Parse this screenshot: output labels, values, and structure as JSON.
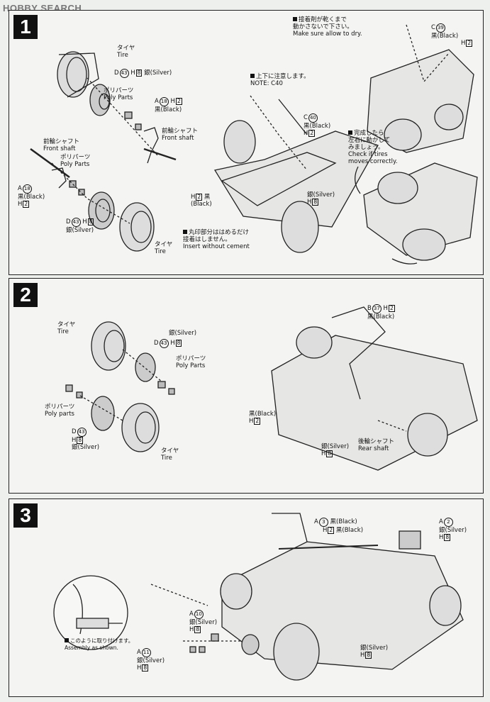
{
  "watermark": "HOBBY SEARCH",
  "steps": [
    "1",
    "2",
    "3"
  ],
  "s1": {
    "tire_jp": "タイヤ",
    "tire_en": "Tire",
    "d43": "D",
    "d43n": "43",
    "h8": "H",
    "h8n": "8",
    "silver_jp": "銀",
    "silver_en": "(Silver)",
    "poly_jp": "ポリパーツ",
    "poly_en": "Poly Parts",
    "a18": "A",
    "a18n": "18",
    "h2": "H",
    "h2n": "2",
    "black_jp": "黒",
    "black_en": "(Black)",
    "fshaft_jp": "前輪シャフト",
    "fshaft_en": "Front shaft",
    "fshaft2_jp": "前輪シャフト",
    "fshaft2_en": "Front shaft",
    "poly2_jp": "ポリパーツ",
    "poly2_en": "Poly Parts",
    "a18b": "A",
    "a18bn": "18",
    "black2": "黒(Black)",
    "h2b": "H",
    "h2bn": "2",
    "d43b": "D",
    "d43bn": "43",
    "h8b": "H",
    "h8bn": "8",
    "silver2": "銀(Silver)",
    "tire2_jp": "タイヤ",
    "tire2_en": "Tire",
    "note_jp": "上下に注意します。",
    "note_en": "NOTE: C40",
    "c40": "C",
    "c40n": "40",
    "black3": "黒(Black)",
    "h2c": "H",
    "h2cn": "2",
    "h2black": "H",
    "h2blackn": "2",
    "h2black_jp": "黒",
    "h2black_en": "(Black)",
    "silver3": "銀(Silver)",
    "h8c": "H",
    "h8cn": "8",
    "insert_jp1": "丸印部分ははめるだけ",
    "insert_jp2": "接着はしません。",
    "insert_en": "Insert without cement",
    "dry_jp1": "接着剤が乾くまで",
    "dry_jp2": "動かさないで下さい。",
    "dry_en": "Make sure allow to dry.",
    "c39": "C",
    "c39n": "39",
    "black4": "黒(Black)",
    "h2d": "H",
    "h2dn": "2",
    "check_jp1": "完成したら",
    "check_jp2": "左右に動かして",
    "check_jp3": "みましょう。",
    "check_en1": "Check if tires",
    "check_en2": "moves correctly."
  },
  "s2": {
    "tire_jp": "タイヤ",
    "tire_en": "Tire",
    "silver": "銀(Silver)",
    "d43": "D",
    "d43n": "43",
    "h8": "H",
    "h8n": "8",
    "poly_jp": "ポリパーツ",
    "poly_en": "Poly Parts",
    "poly2_jp": "ポリパーツ",
    "poly2_en": "Poly parts",
    "d43b": "D",
    "d43bn": "43",
    "h8b": "H",
    "h8bn": "8",
    "silver2": "銀(Silver)",
    "tire2_jp": "タイヤ",
    "tire2_en": "Tire",
    "b37": "B",
    "b37n": "37",
    "h2": "H",
    "h2n": "2",
    "black": "黒(Black)",
    "black2": "黒(Black)",
    "h2b": "H",
    "h2bn": "2",
    "silver3": "銀(Silver)",
    "h8c": "H",
    "h8cn": "8",
    "rshaft_jp": "後輪シャフト",
    "rshaft_en": "Rear shaft"
  },
  "s3": {
    "a3": "A",
    "a3n": "3",
    "black": "黒(Black)",
    "h2": "H",
    "h2n": "2",
    "black2": "黒(Black)",
    "a2": "A",
    "a2n": "2",
    "silver": "銀(Silver)",
    "h8": "H",
    "h8n": "8",
    "a10": "A",
    "a10n": "10",
    "silver2": "銀(Silver)",
    "h8b": "H",
    "h8bn": "8",
    "a11": "A",
    "a11n": "11",
    "silver3": "銀(Silver)",
    "h8c": "H",
    "h8cn": "8",
    "silver4": "銀(Silver)",
    "h8d": "H",
    "h8dn": "8",
    "assembly_jp": "このように取り付けます。",
    "assembly_en": "Assembly as shown."
  }
}
